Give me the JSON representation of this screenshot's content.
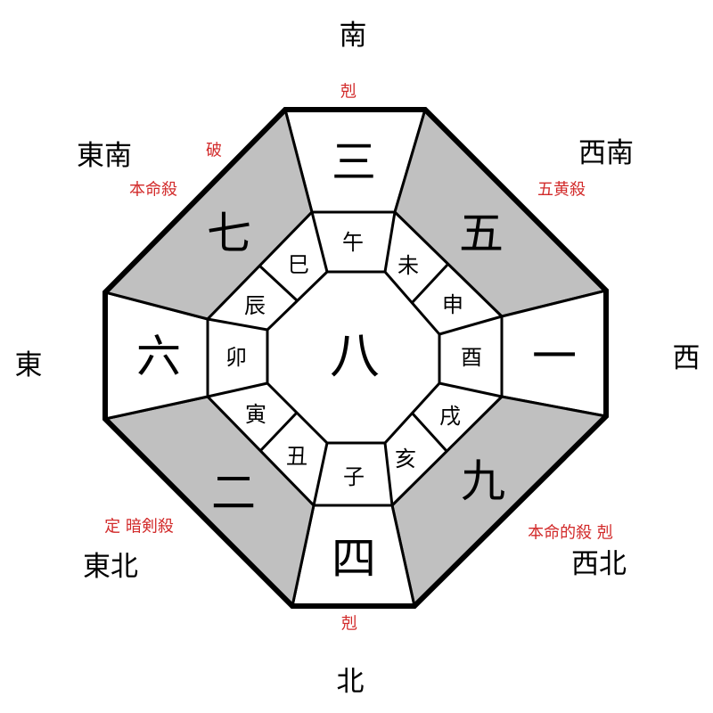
{
  "colors": {
    "shaded": "#c0c0c0",
    "white": "#ffffff",
    "line": "#000000",
    "red": "#d22a2a"
  },
  "directions": {
    "south": "南",
    "southwest": "西南",
    "west": "西",
    "northwest": "西北",
    "north": "北",
    "northeast": "東北",
    "east": "東",
    "southeast": "東南"
  },
  "numbers": {
    "south": "三",
    "southwest": "五",
    "west": "一",
    "northwest": "九",
    "north": "四",
    "northeast": "二",
    "east": "六",
    "southeast": "七",
    "center": "八"
  },
  "zodiac": {
    "wu": "午",
    "wei": "未",
    "shen": "申",
    "you": "酉",
    "xu": "戌",
    "hai": "亥",
    "zi": "子",
    "chou": "丑",
    "yin": "寅",
    "mao": "卯",
    "chen": "辰",
    "si": "巳"
  },
  "annotations": {
    "south": "剋",
    "southeast_1": "破",
    "southeast_2": "本命殺",
    "southwest": "五黄殺",
    "northeast": "定 暗剣殺",
    "northwest": "本命的殺 剋",
    "north": "剋"
  }
}
